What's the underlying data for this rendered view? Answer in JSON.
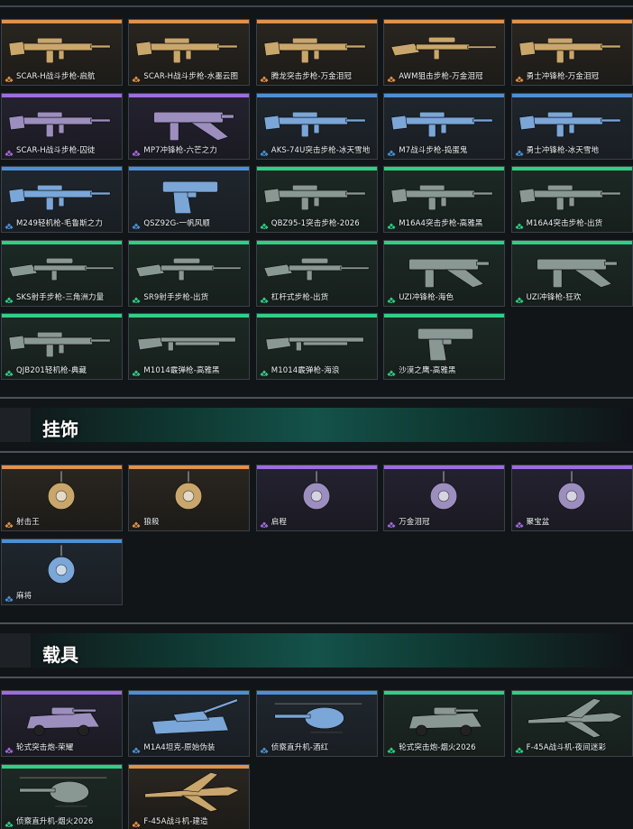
{
  "colors": {
    "gold": "#e0914a",
    "purple": "#a06be0",
    "blue": "#4d8fd6",
    "green": "#2fcf86",
    "background": "#121518",
    "section_band": "#14524a"
  },
  "weapons": [
    {
      "label": "SCAR-H战斗步枪-启航",
      "rarity": "gold",
      "icon": "rifle-icon"
    },
    {
      "label": "SCAR-H战斗步枪-水墨云图",
      "rarity": "gold",
      "icon": "rifle-icon"
    },
    {
      "label": "腾龙突击步枪-万金泪冠",
      "rarity": "gold",
      "icon": "rifle-icon"
    },
    {
      "label": "AWM狙击步枪-万金泪冠",
      "rarity": "gold",
      "icon": "sniper-icon"
    },
    {
      "label": "勇士冲锋枪-万金泪冠",
      "rarity": "gold",
      "icon": "rifle-icon"
    },
    {
      "label": "SCAR-H战斗步枪-囚徒",
      "rarity": "purple",
      "icon": "rifle-icon"
    },
    {
      "label": "MP7冲锋枪-六芒之力",
      "rarity": "purple",
      "icon": "smg-icon"
    },
    {
      "label": "AKS-74U突击步枪-冰天雪地",
      "rarity": "blue",
      "icon": "rifle-icon"
    },
    {
      "label": "M7战斗步枪-捣蛋鬼",
      "rarity": "blue",
      "icon": "rifle-icon"
    },
    {
      "label": "勇士冲锋枪-冰天雪地",
      "rarity": "blue",
      "icon": "rifle-icon"
    },
    {
      "label": "M249轻机枪-毛鲁斯之力",
      "rarity": "blue",
      "icon": "rifle-icon"
    },
    {
      "label": "QSZ92G-一帆风顺",
      "rarity": "blue",
      "icon": "pistol-icon"
    },
    {
      "label": "QBZ95-1突击步枪-2026",
      "rarity": "green",
      "icon": "rifle-icon"
    },
    {
      "label": "M16A4突击步枪-高雅黑",
      "rarity": "green",
      "icon": "rifle-icon"
    },
    {
      "label": "M16A4突击步枪-出货",
      "rarity": "green",
      "icon": "rifle-icon"
    },
    {
      "label": "SKS射手步枪-三角洲力量",
      "rarity": "green",
      "icon": "sniper-icon"
    },
    {
      "label": "SR9射手步枪-出货",
      "rarity": "green",
      "icon": "sniper-icon"
    },
    {
      "label": "杠杆式步枪-出货",
      "rarity": "green",
      "icon": "sniper-icon"
    },
    {
      "label": "UZI冲锋枪-海色",
      "rarity": "green",
      "icon": "smg-icon"
    },
    {
      "label": "UZI冲锋枪-狂欢",
      "rarity": "green",
      "icon": "smg-icon"
    },
    {
      "label": "QJB201轻机枪-典藏",
      "rarity": "green",
      "icon": "rifle-icon"
    },
    {
      "label": "M1014霰弹枪-高雅黑",
      "rarity": "green",
      "icon": "shotgun-icon"
    },
    {
      "label": "M1014霰弹枪-海浪",
      "rarity": "green",
      "icon": "shotgun-icon"
    },
    {
      "label": "沙漠之鹰-高雅黑",
      "rarity": "green",
      "icon": "pistol-icon"
    }
  ],
  "sections": {
    "charms_title": "挂饰",
    "vehicles_title": "载具"
  },
  "charms": [
    {
      "label": "射击王",
      "rarity": "gold",
      "icon": "charm-icon"
    },
    {
      "label": "狼殺",
      "rarity": "gold",
      "icon": "charm-icon"
    },
    {
      "label": "启程",
      "rarity": "purple",
      "icon": "charm-icon"
    },
    {
      "label": "万金泪冠",
      "rarity": "purple",
      "icon": "charm-icon"
    },
    {
      "label": "聚宝盆",
      "rarity": "purple",
      "icon": "charm-icon"
    },
    {
      "label": "麻将",
      "rarity": "blue",
      "icon": "charm-icon"
    }
  ],
  "vehicles": [
    {
      "label": "轮式突击炮-荣耀",
      "rarity": "purple",
      "icon": "armored-car-icon"
    },
    {
      "label": "M1A4坦克-原始伪装",
      "rarity": "blue",
      "icon": "tank-icon"
    },
    {
      "label": "侦察直升机-酒红",
      "rarity": "blue",
      "icon": "helicopter-icon"
    },
    {
      "label": "轮式突击炮-烟火2026",
      "rarity": "green",
      "icon": "armored-car-icon"
    },
    {
      "label": "F-45A战斗机-夜间迷彩",
      "rarity": "green",
      "icon": "jet-icon"
    },
    {
      "label": "侦察直升机-烟火2026",
      "rarity": "green",
      "icon": "helicopter-icon"
    },
    {
      "label": "F-45A战斗机-建造",
      "rarity": "gold",
      "icon": "jet-icon"
    }
  ]
}
